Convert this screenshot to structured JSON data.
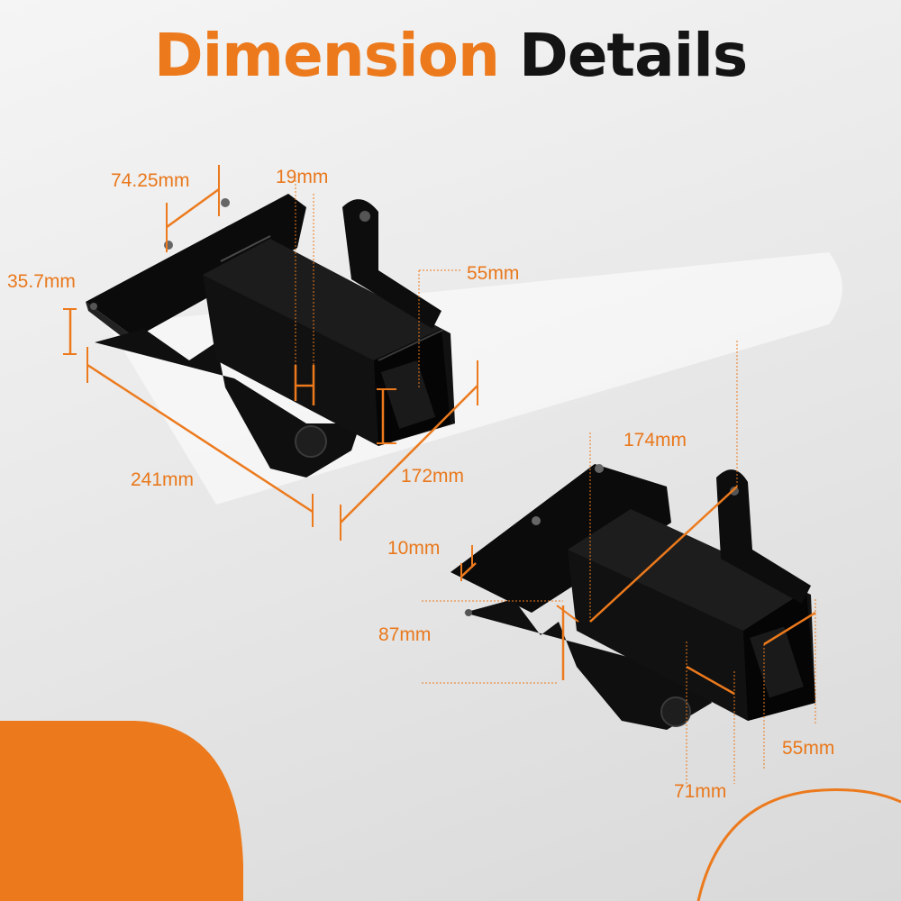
{
  "title": {
    "part1": "Dimension",
    "part2": "Details"
  },
  "colors": {
    "accent": "#ec7a1d",
    "product": "#0d0d0d",
    "title_dark": "#141414"
  },
  "dimensions": {
    "top_width": "74.25mm",
    "slot_width": "19mm",
    "flange_height": "35.7mm",
    "receiver_height_top": "55mm",
    "length": "241mm",
    "depth": "172mm",
    "diagonal": "174mm",
    "plate_thickness": "10mm",
    "height": "87mm",
    "receiver_height_bottom": "55mm",
    "tube_width": "71mm"
  }
}
